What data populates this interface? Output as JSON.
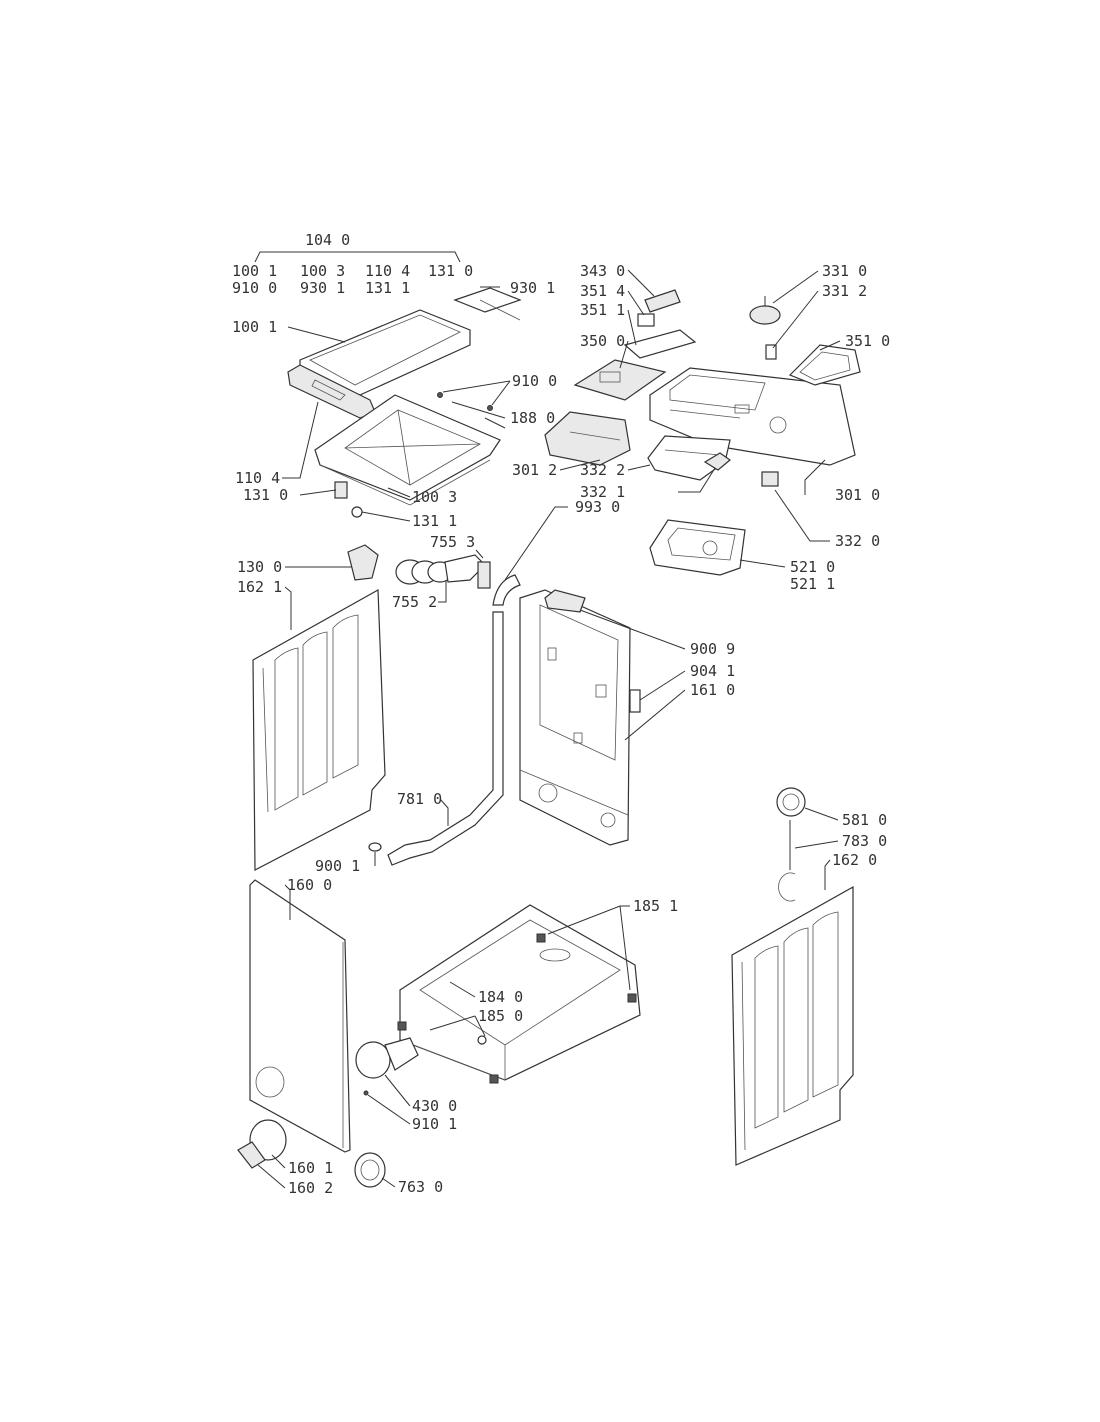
{
  "diagram": {
    "labels": {
      "l1040": "104 0",
      "l1001a": "100 1",
      "l1003a": "100 3",
      "l1104a": "110 4",
      "l1310a": "131 0",
      "l9100a": "910 0",
      "l9301a": "930 1",
      "l1311a": "131 1",
      "l9301b": "930 1",
      "l1001b": "100 1",
      "l9100b": "910 0",
      "l1880": "188 0",
      "l1104b": "110 4",
      "l1310b": "131 0",
      "l1003b": "100 3",
      "l1311b": "131 1",
      "l7553": "755 3",
      "l9930": "993 0",
      "l1300": "130 0",
      "l1621": "162 1",
      "l7552": "755 2",
      "l3430": "343 0",
      "l3514": "351 4",
      "l3511": "351 1",
      "l3500": "350 0",
      "l3310": "331 0",
      "l3312": "331 2",
      "l3510": "351 0",
      "l3012": "301 2",
      "l3322": "332 2",
      "l3321": "332 1",
      "l3010": "301 0",
      "l3320": "332 0",
      "l5210": "521 0",
      "l5211": "521 1",
      "l9009": "900 9",
      "l9041": "904 1",
      "l1610": "161 0",
      "l7810": "781 0",
      "l9001": "900 1",
      "l1600": "160 0",
      "l5810": "581 0",
      "l7830": "783 0",
      "l1620": "162 0",
      "l1851": "185 1",
      "l1840": "184 0",
      "l1850": "185 0",
      "l4300": "430 0",
      "l9101": "910 1",
      "l1601": "160 1",
      "l1602": "160 2",
      "l7630": "763 0"
    }
  }
}
